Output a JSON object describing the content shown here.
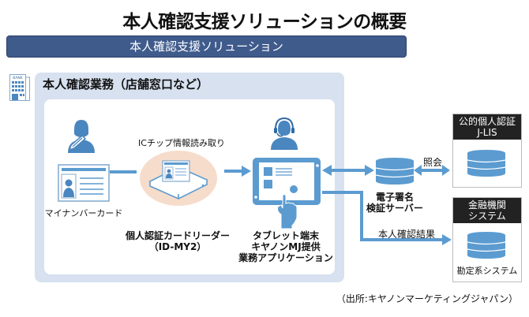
{
  "title": "本人確認支援ソリューションの概要",
  "banner": "本人確認支援ソリューション",
  "panel": {
    "title": "本人確認業務（店舗窓口など）",
    "building_icon_label": "BANK"
  },
  "nodes": {
    "card_label": "マイナンバーカード",
    "ic_read_label": "ICチップ情報読み取り",
    "reader_label_line1": "個人認証カードリーダー",
    "reader_label_line2": "（ID-MY2）",
    "tablet_label_line1": "タブレット端末",
    "tablet_label_line2": "キヤノンMJ提供",
    "tablet_label_line3": "業務アプリケーション",
    "server_label_line1": "電子署名",
    "server_label_line2": "検証サーバー"
  },
  "edges": {
    "query_label": "照会",
    "result_label": "本人確認結果"
  },
  "systems": [
    {
      "head_line1": "公的個人認証",
      "head_line2": "J-LIS",
      "sub": ""
    },
    {
      "head_line1": "金融機関",
      "head_line2": "システム",
      "sub": "勘定系システム"
    }
  ],
  "source": "（出所:キヤノンマーケティングジャパン）",
  "colors": {
    "accent_blue": "#5b9bd0",
    "banner_blue": "#3f5b8c",
    "panel_bg": "#d7e1f0",
    "reader_bg": "#f6dccb",
    "system_head": "#222222"
  }
}
